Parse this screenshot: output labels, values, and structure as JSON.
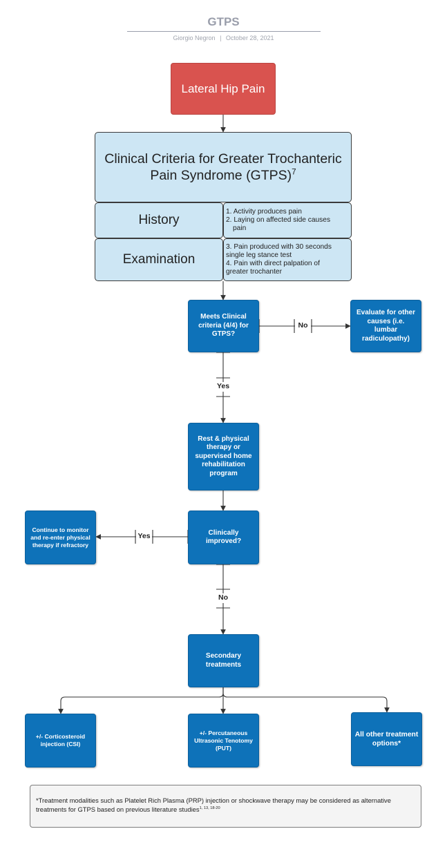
{
  "header": {
    "title": "GTPS",
    "author": "Giorgio Negron",
    "separator": "|",
    "date": "October 28, 2021"
  },
  "nodes": {
    "start": "Lateral Hip Pain",
    "criteria_title": "Clinical Criteria for Greater Trochanteric Pain Syndrome (GTPS)",
    "criteria_ref": "7",
    "history_label": "History",
    "history_items": [
      "1. Activity produces pain",
      "2. Laying on affected side causes",
      "pain"
    ],
    "exam_label": "Examination",
    "exam_items": [
      "3. Pain produced with 30 seconds",
      "single leg stance test",
      "4. Pain with direct palpation of",
      "greater trochanter"
    ],
    "meets_criteria": "Meets Clinical criteria (4/4) for GTPS?",
    "evaluate_other": "Evaluate for other causes (i.e. lumbar radiculopathy)",
    "rest_pt": "Rest & physical therapy or supervised home rehabilitation program",
    "clinically_improved": "Clinically improved?",
    "continue_monitor": "Continue to monitor and re-enter physical therapy if refractory",
    "secondary": "Secondary treatments",
    "csi": "+/- Corticosteroid injection (CSI)",
    "put": "+/- Percutaneous Ultrasonic Tenotomy (PUT)",
    "other_options": "All other treatment options*"
  },
  "edge_labels": {
    "no_1": "No",
    "yes_1": "Yes",
    "yes_2": "Yes",
    "no_2": "No"
  },
  "footnote": {
    "text": "*Treatment modalities such as Platelet Rich Plasma (PRP) injection or shockwave therapy may be considered as alternative treatments for GTPS based on previous literature studies",
    "refs": "1, 13, 18-20"
  },
  "colors": {
    "start_red": "#d9534f",
    "light_blue": "#cde6f4",
    "dark_blue": "#0e72b9",
    "header_gray": "#9a9eab"
  }
}
